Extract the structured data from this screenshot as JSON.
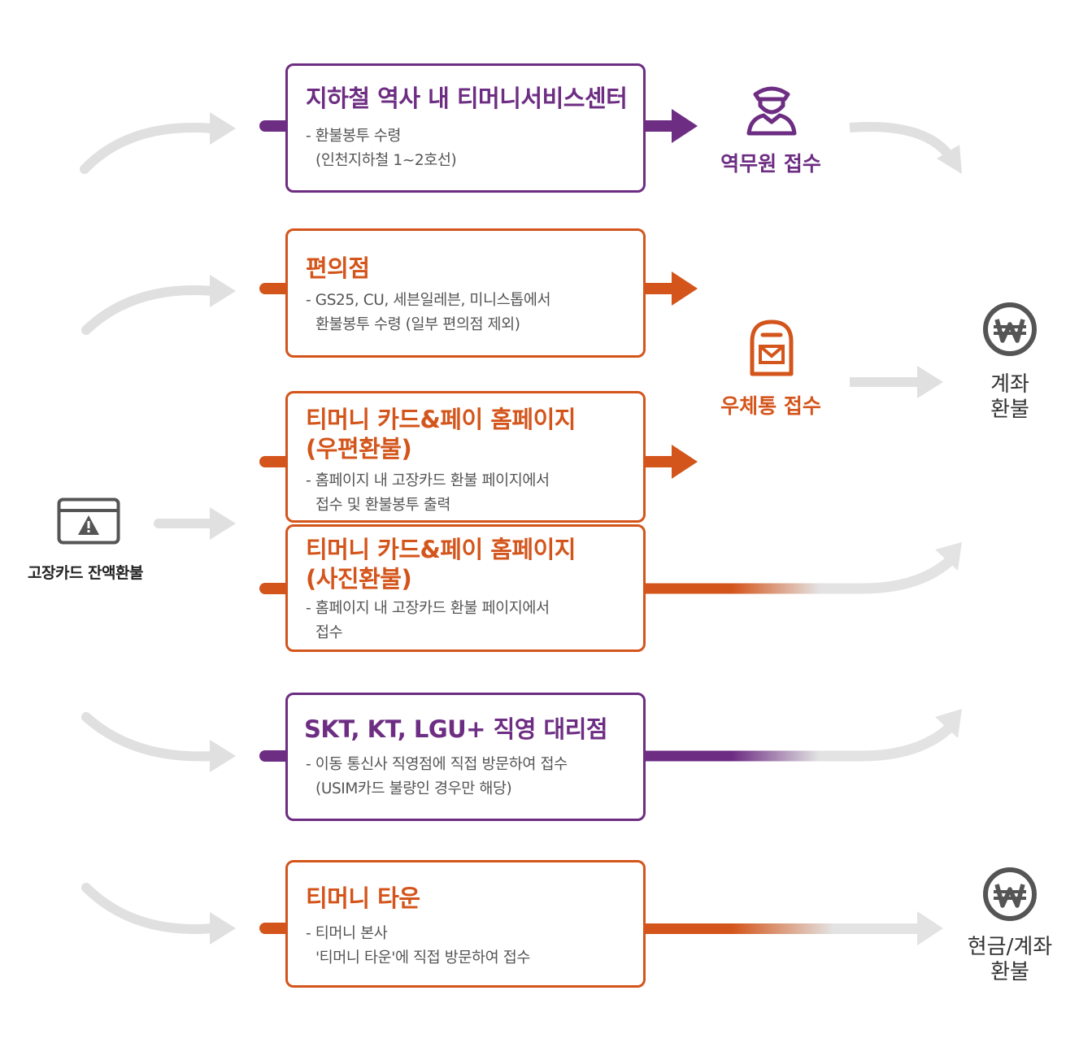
{
  "start": {
    "label": "고장카드 잔액환불",
    "icon": "broken-card-warning-icon"
  },
  "boxes": [
    {
      "title": "지하철 역사 내 티머니서비스센터",
      "desc1": "- 환불봉투 수령",
      "desc2": "(인천지하철 1~2호선)",
      "color": "#6d2d83"
    },
    {
      "title": "편의점",
      "desc1": "- GS25, CU, 세븐일레븐, 미니스톱에서",
      "desc2": "환불봉투 수령 (일부 편의점 제외)",
      "color": "#d4551b"
    },
    {
      "title": "티머니 카드&페이 홈페이지",
      "title2": "(우편환불)",
      "desc1": "- 홈페이지 내 고장카드 환불 페이지에서",
      "desc2": "접수 및 환불봉투 출력",
      "color": "#d4551b"
    },
    {
      "title": "티머니 카드&페이 홈페이지",
      "title2": "(사진환불)",
      "desc1": "- 홈페이지 내 고장카드 환불 페이지에서",
      "desc2": "접수",
      "color": "#d4551b"
    },
    {
      "title": "SKT, KT, LGU+ 직영 대리점",
      "desc1": "- 이동 통신사 직영점에 직접 방문하여 접수",
      "desc2": "(USIM카드 불량인 경우만 해당)",
      "color": "#6d2d83"
    },
    {
      "title": "티머니 타운",
      "desc1": "- 티머니 본사",
      "desc2": "'티머니 타운'에 직접 방문하여 접수",
      "color": "#d4551b"
    }
  ],
  "receive": [
    {
      "label": "역무원 접수",
      "icon": "station-staff-icon",
      "color": "#6d2d83"
    },
    {
      "label": "우체통 접수",
      "icon": "mailbox-icon",
      "color": "#d4551b"
    }
  ],
  "results": [
    {
      "line1": "계좌",
      "line2": "환불",
      "icon": "won-coin-icon"
    },
    {
      "line1": "현금/계좌",
      "line2": "환불",
      "icon": "won-coin-icon"
    }
  ]
}
